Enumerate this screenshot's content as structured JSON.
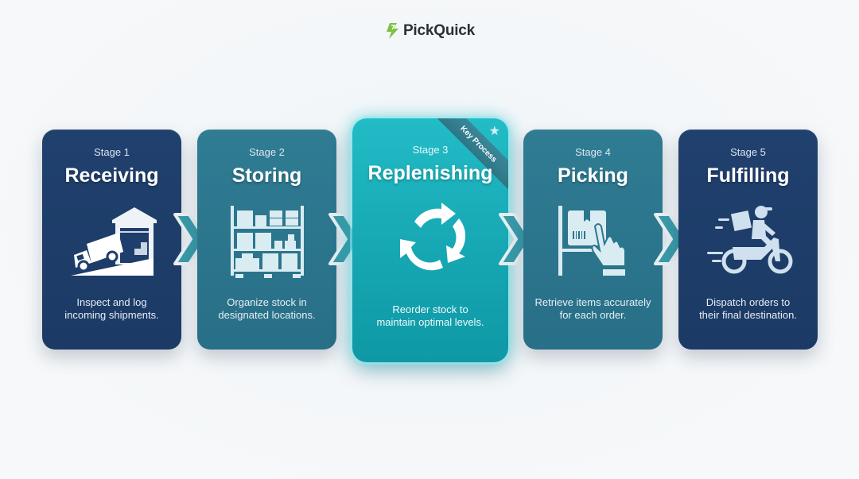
{
  "brand": {
    "name": "PickQuick",
    "logo_color": "#7cc242"
  },
  "stages": [
    {
      "stage_label": "Stage 1",
      "title": "Receiving",
      "description_line1": "Inspect and log",
      "description_line2": "incoming shipments.",
      "icon": "truck-warehouse-icon",
      "color": "#1f3e6b"
    },
    {
      "stage_label": "Stage 2",
      "title": "Storing",
      "description_line1": "Organize stock in",
      "description_line2": "designated locations.",
      "icon": "shelving-boxes-icon",
      "color": "#2c768d"
    },
    {
      "stage_label": "Stage 3",
      "title": "Replenishing",
      "description_line1": "Reorder stock to",
      "description_line2": "maintain optimal levels.",
      "icon": "recycle-arrows-icon",
      "color": "#17aab5",
      "badge": "Key Process",
      "badge_icon": "star-icon"
    },
    {
      "stage_label": "Stage 4",
      "title": "Picking",
      "description_line1": "Retrieve items accurately",
      "description_line2": "for each order.",
      "icon": "hand-pick-box-icon",
      "color": "#2c768d"
    },
    {
      "stage_label": "Stage 5",
      "title": "Fulfilling",
      "description_line1": "Dispatch orders to",
      "description_line2": "their final destination.",
      "icon": "delivery-motorbike-icon",
      "color": "#1f3e6b"
    }
  ],
  "connectors": [
    "chevron-right-icon",
    "chevron-right-icon",
    "chevron-right-icon",
    "chevron-right-icon"
  ]
}
